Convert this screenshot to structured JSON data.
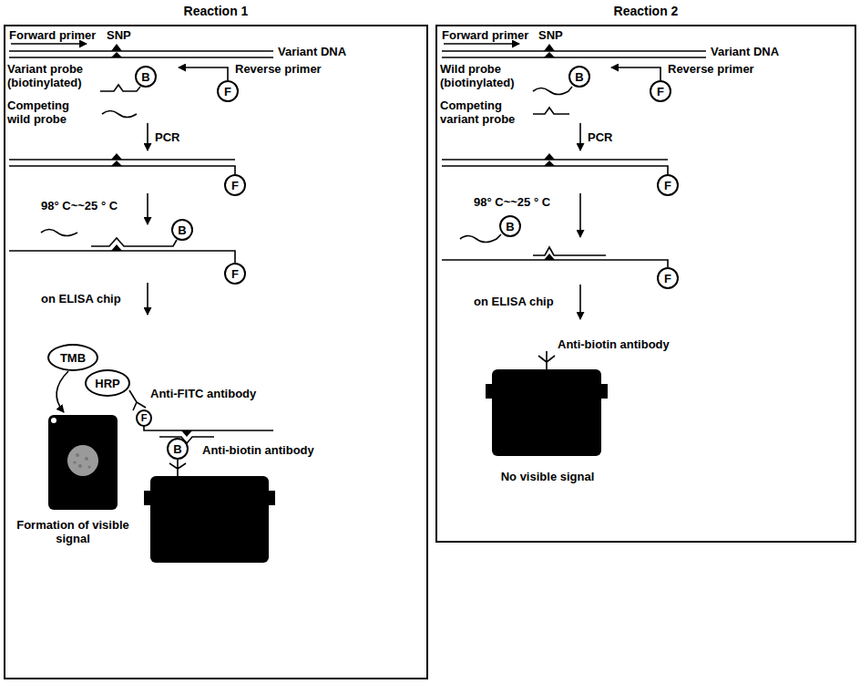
{
  "diagram": {
    "nodes": [
      {
        "text": [
          "Reaction 1"
        ]
      },
      {
        "text": [
          "B"
        ],
        "in": 0
      },
      {
        "text": [
          "F"
        ],
        "in": 0
      },
      {
        "text": [
          "F"
        ],
        "in": 0
      },
      {
        "text": [
          "B"
        ],
        "in": 0
      },
      {
        "text": [
          "F"
        ],
        "in": 0
      },
      {
        "text": [
          "TMB"
        ],
        "in": 0
      },
      {
        "text": [
          "HRP"
        ],
        "in": 0
      },
      {
        "text": [
          "F"
        ],
        "in": 0
      },
      {
        "text": [
          "B"
        ],
        "in": 0
      },
      {
        "text": [
          "Reaction 2"
        ]
      },
      {
        "text": [
          "B"
        ],
        "in": 10
      },
      {
        "text": [
          "F"
        ],
        "in": 10
      },
      {
        "text": [
          "F"
        ],
        "in": 10
      },
      {
        "text": [
          "B"
        ],
        "in": 10
      },
      {
        "text": [
          "F"
        ],
        "in": 10
      }
    ],
    "labels": [
      "Forward primer",
      "SNP",
      "Variant DNA",
      "Variant probe (biotinylated)",
      "Reverse primer",
      "Competing wild probe",
      "PCR",
      "98° C~~25 ° C",
      "on ELISA chip",
      "Anti-FITC antibody",
      "Anti-biotin antibody",
      "Formation of visible signal",
      "Forward primer",
      "SNP",
      "Variant DNA",
      "Wild probe (biotinylated)",
      "Reverse primer",
      "Competing variant probe",
      "PCR",
      "98° C~~25 ° C",
      "on ELISA chip",
      "Anti-biotin antibody",
      "No visible signal"
    ]
  }
}
